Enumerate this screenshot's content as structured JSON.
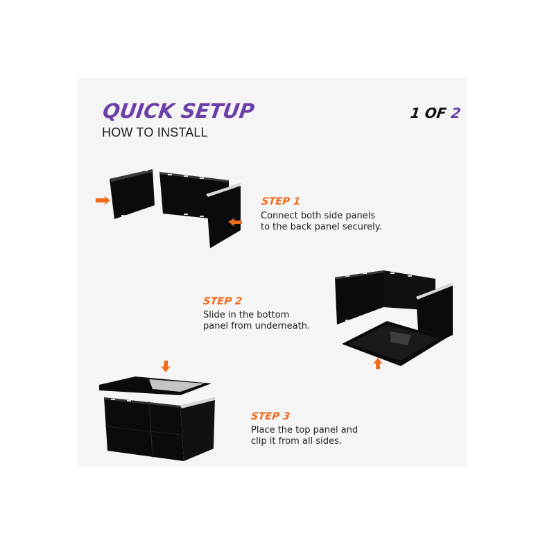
{
  "header": {
    "title": "QUICK SETUP",
    "subtitle": "HOW TO INSTALL",
    "pager": {
      "current": "1",
      "separator": "OF",
      "total": "2"
    }
  },
  "colors": {
    "background": "#ffffff",
    "panel": "#f5f5f5",
    "accent_purple": "#6b3fa8",
    "accent_orange": "#f26b1d",
    "text": "#1e1e1e",
    "panel_black": "#0b0b0b"
  },
  "steps": [
    {
      "label": "STEP 1",
      "line1": "Connect both side panels",
      "line2": "to the back panel securely.",
      "illustration": "side-panels-to-back-panel",
      "arrows": [
        "arrow-right",
        "arrow-left"
      ]
    },
    {
      "label": "STEP 2",
      "line1": "Slide in the bottom",
      "line2": "panel from underneath.",
      "illustration": "bottom-panel-slide-in",
      "arrows": [
        "arrow-up"
      ]
    },
    {
      "label": "STEP 3",
      "line1": "Place the top panel and",
      "line2": "clip it from all sides.",
      "illustration": "top-panel-placement",
      "arrows": [
        "arrow-down"
      ]
    }
  ]
}
